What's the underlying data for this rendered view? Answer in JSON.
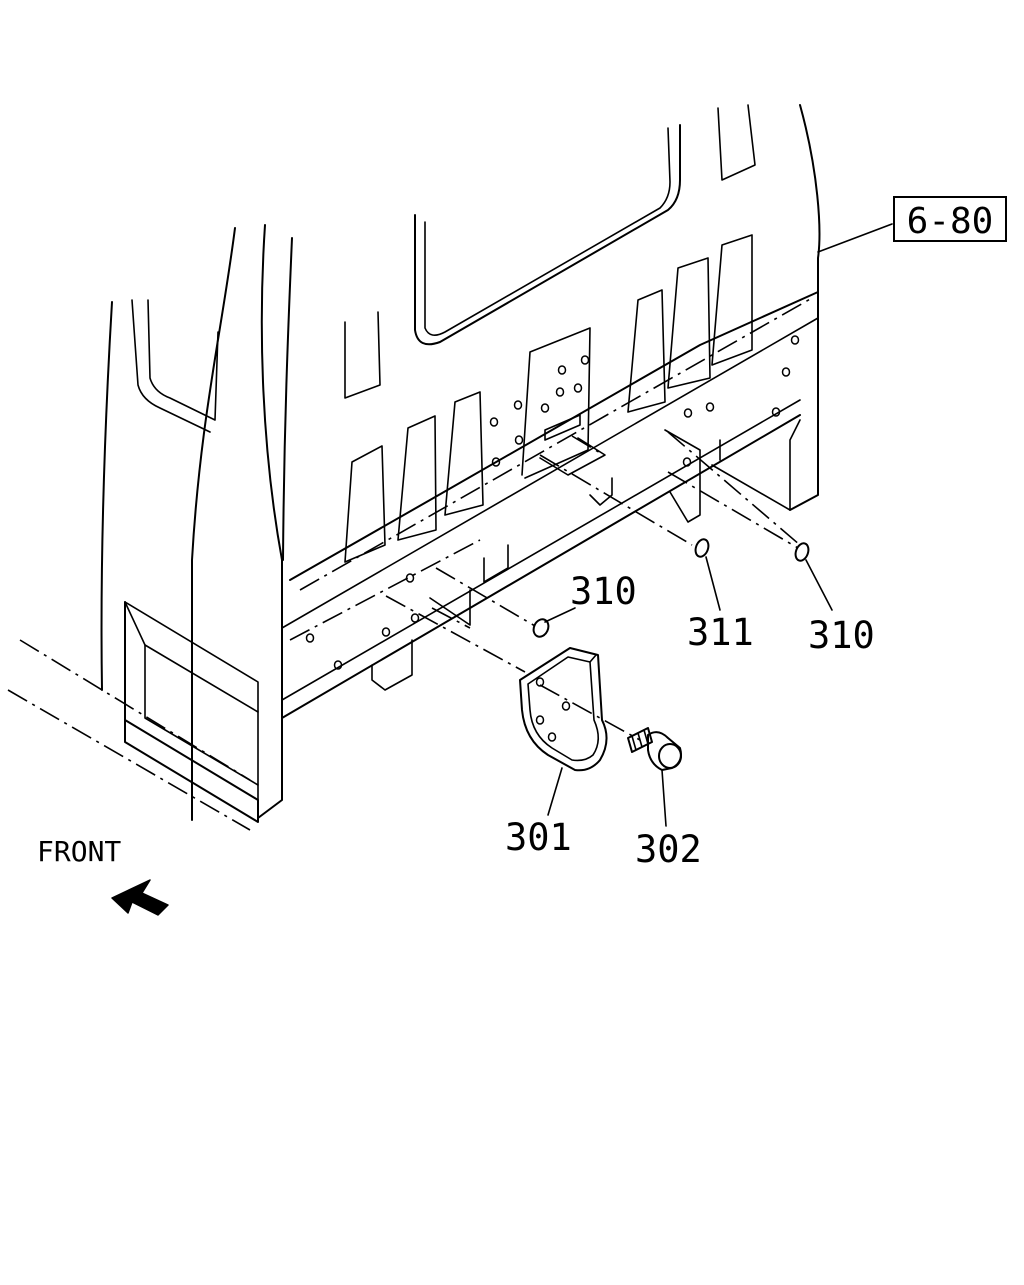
{
  "diagram": {
    "reference_box": "6-80",
    "front_label": "FRONT",
    "callouts": [
      {
        "id": "c-310-a",
        "text": "310"
      },
      {
        "id": "c-311",
        "text": "311"
      },
      {
        "id": "c-310-b",
        "text": "310"
      },
      {
        "id": "c-301",
        "text": "301"
      },
      {
        "id": "c-302",
        "text": "302"
      }
    ]
  }
}
